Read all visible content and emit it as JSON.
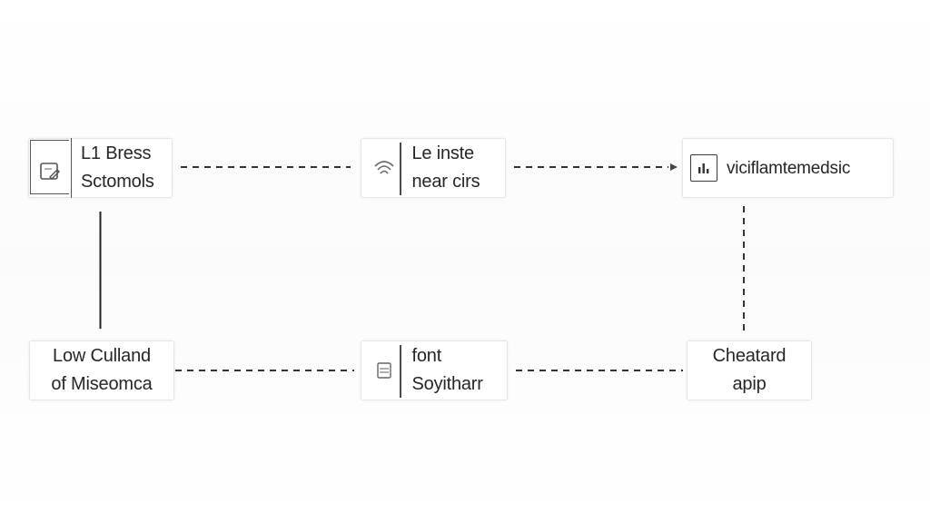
{
  "diagram": {
    "nodes": [
      {
        "id": "n1",
        "lines": [
          "L1 Bress",
          "Sctomols"
        ],
        "icon": "document-edit-icon"
      },
      {
        "id": "n2",
        "lines": [
          "Le inste",
          "near cirs"
        ],
        "icon": "wifi-signal-icon"
      },
      {
        "id": "n3",
        "lines": [
          "viciflamtemedsic"
        ],
        "icon": "bar-chart-icon"
      },
      {
        "id": "n4",
        "lines": [
          "Low Culland",
          "of Miseomca"
        ]
      },
      {
        "id": "n5",
        "lines": [
          "font",
          "Soyitharr"
        ],
        "icon": "server-stack-icon"
      },
      {
        "id": "n6",
        "lines": [
          "Cheatard",
          "apip"
        ]
      }
    ],
    "edges": [
      {
        "from": "n1",
        "to": "n2",
        "style": "dashed"
      },
      {
        "from": "n2",
        "to": "n3",
        "style": "dashed",
        "arrow": true
      },
      {
        "from": "n1",
        "to": "n4",
        "style": "solid"
      },
      {
        "from": "n3",
        "to": "n6",
        "style": "dashed"
      },
      {
        "from": "n4",
        "to": "n5",
        "style": "dashed"
      },
      {
        "from": "n5",
        "to": "n6",
        "style": "dashed"
      }
    ],
    "colors": {
      "line": "#333333",
      "node_border": "#e6e6e6",
      "text": "#262626"
    }
  }
}
